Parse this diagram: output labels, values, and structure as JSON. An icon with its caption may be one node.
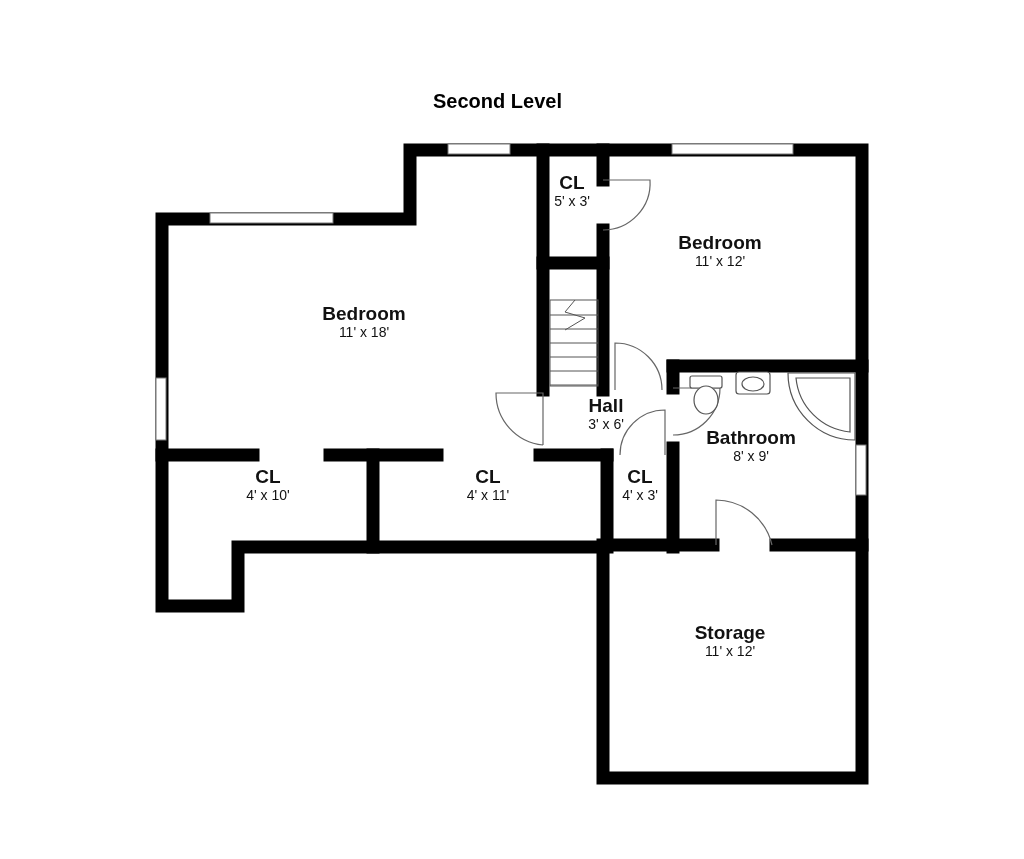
{
  "diagram": {
    "title": "Second Level",
    "nodes": [
      {
        "text": [
          "Bedroom",
          "11' x 18'"
        ]
      },
      {
        "text": [
          "CL",
          "5' x 3'"
        ]
      },
      {
        "text": [
          "Bedroom",
          "11' x 12'"
        ]
      },
      {
        "text": [
          "Hall",
          "3' x 6'"
        ]
      },
      {
        "text": [
          "Bathroom",
          "8' x 9'"
        ]
      },
      {
        "text": [
          "CL",
          "4' x 10'"
        ]
      },
      {
        "text": [
          "CL",
          "4' x 11'"
        ]
      },
      {
        "text": [
          "CL",
          "4' x 3'"
        ]
      },
      {
        "text": [
          "Storage",
          "11' x 12'"
        ]
      }
    ],
    "edges": []
  }
}
